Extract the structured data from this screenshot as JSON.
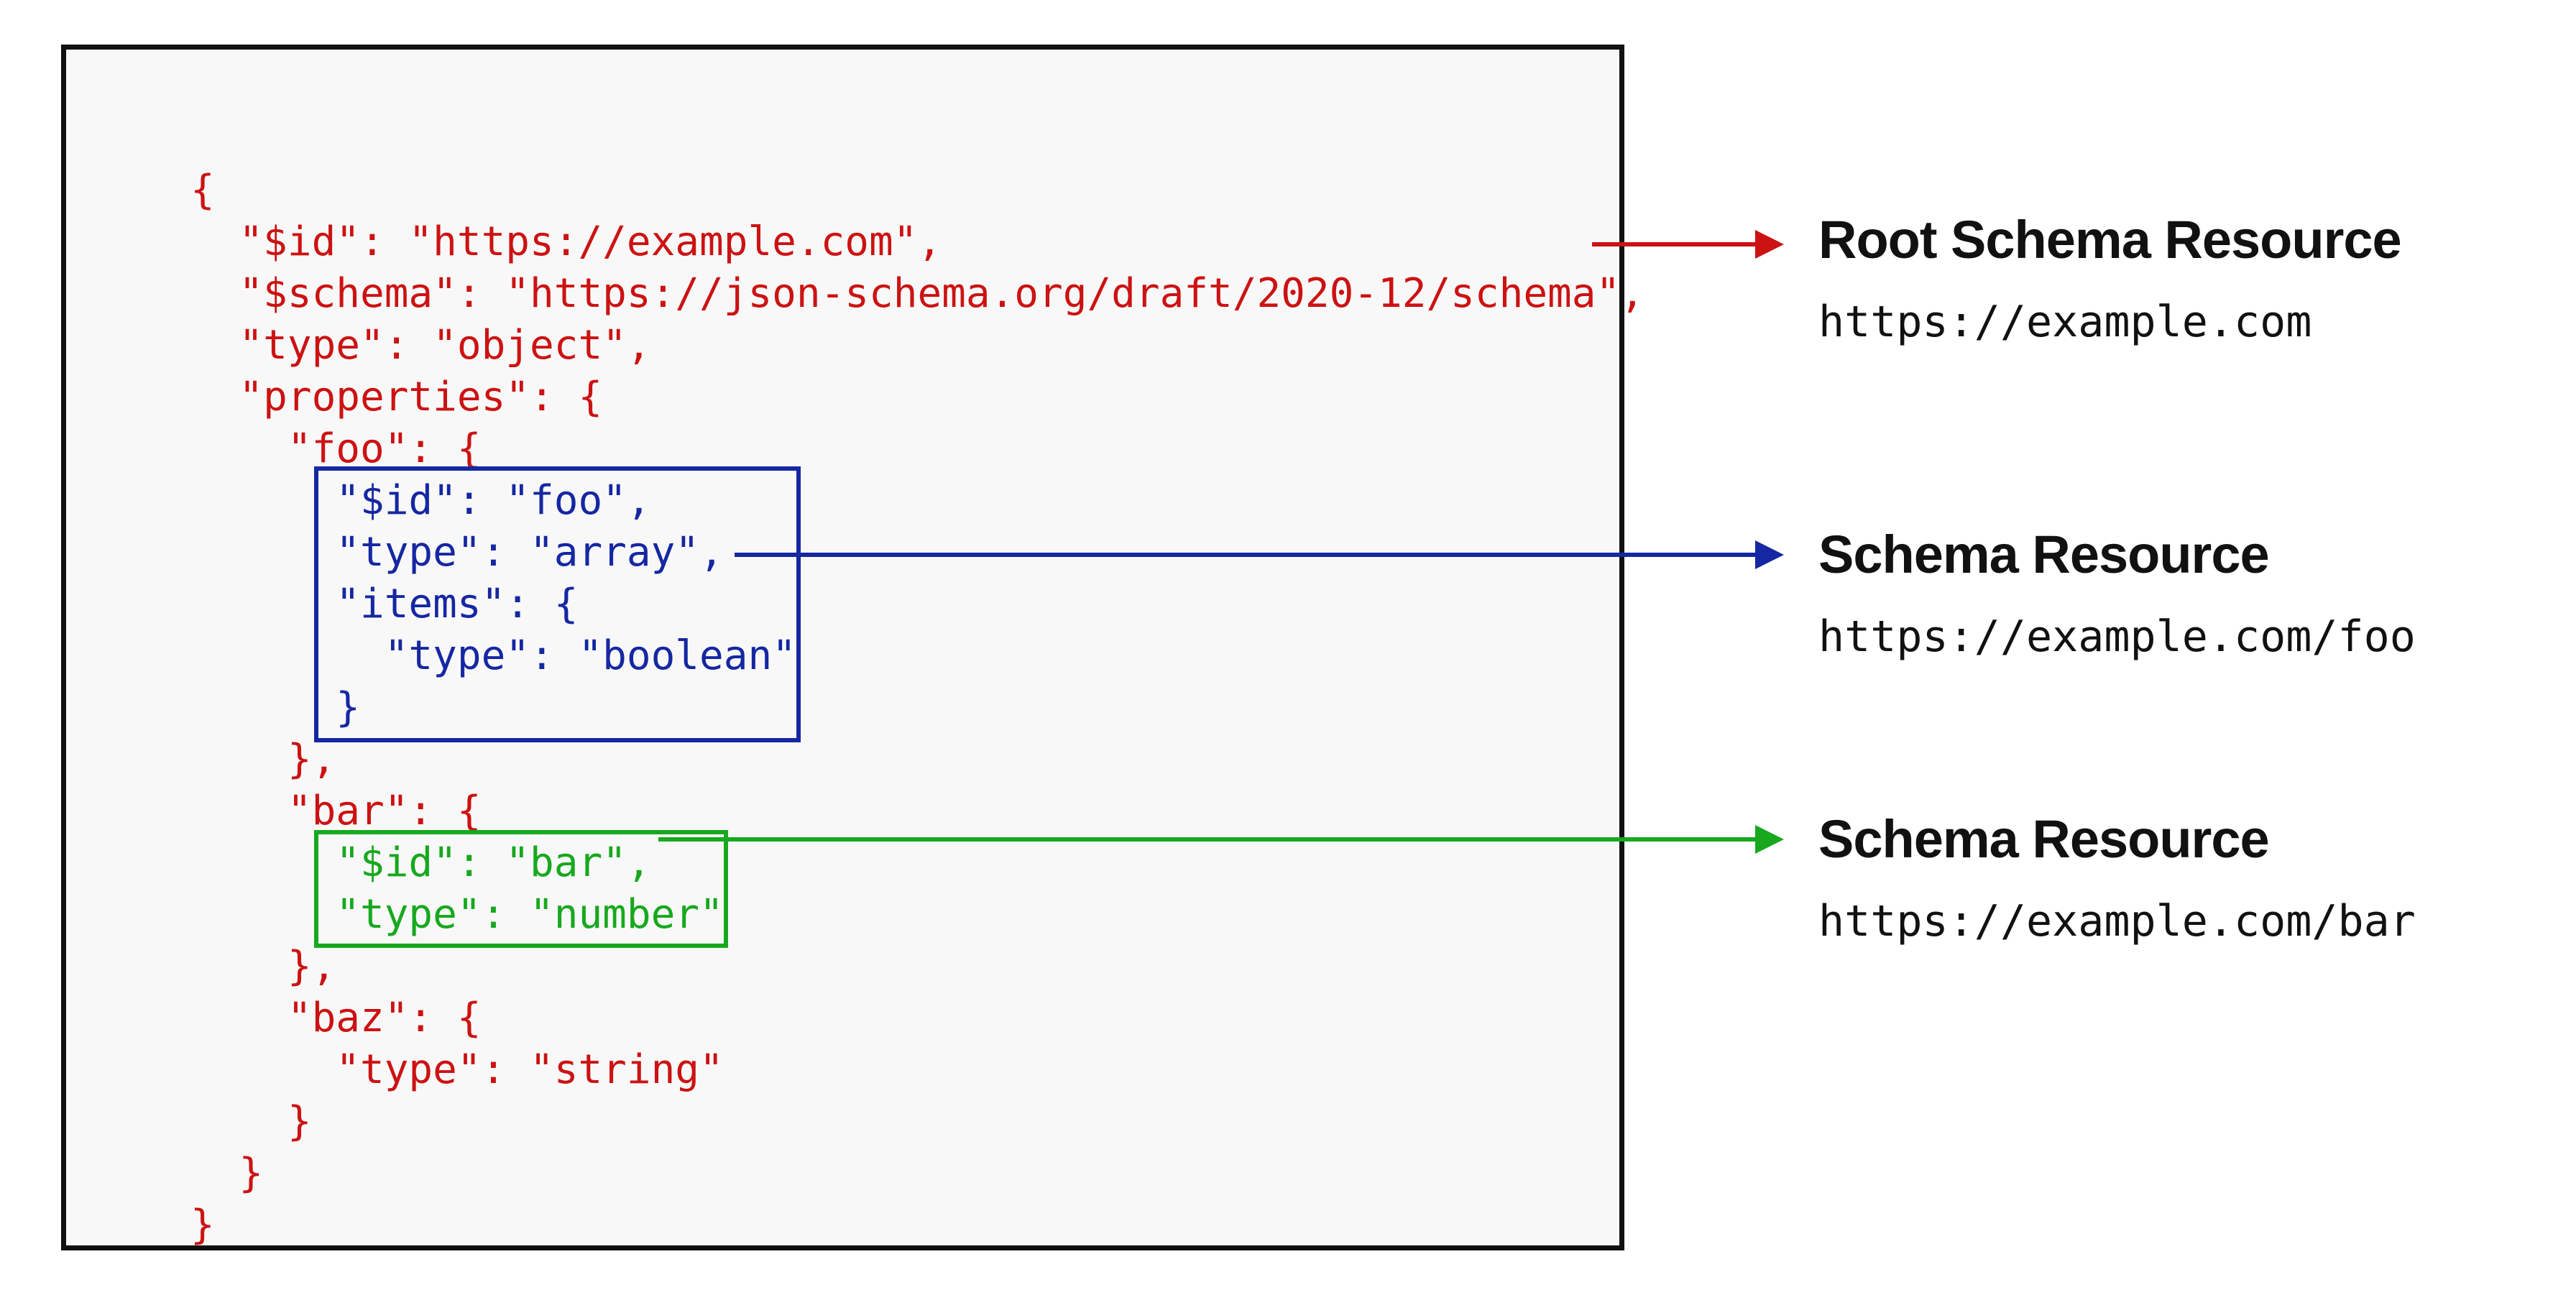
{
  "panel": {
    "background": "#f8f8f8",
    "border_color": "#111111"
  },
  "colors": {
    "red": "#cc1212",
    "blue": "#1527a2",
    "green": "#17a81e",
    "label_text": "#111111"
  },
  "code": {
    "lines": [
      {
        "text": "{",
        "color": "red"
      },
      {
        "text": "  \"$id\": \"https://example.com\",",
        "color": "red"
      },
      {
        "text": "  \"$schema\": \"https://json-schema.org/draft/2020-12/schema\",",
        "color": "red"
      },
      {
        "text": "  \"type\": \"object\",",
        "color": "red"
      },
      {
        "text": "  \"properties\": {",
        "color": "red"
      },
      {
        "text": "    \"foo\": {",
        "color": "red"
      },
      {
        "text": "      \"$id\": \"foo\",",
        "color": "blue"
      },
      {
        "text": "      \"type\": \"array\",",
        "color": "blue"
      },
      {
        "text": "      \"items\": {",
        "color": "blue"
      },
      {
        "text": "        \"type\": \"boolean\"",
        "color": "blue"
      },
      {
        "text": "      }",
        "color": "blue"
      },
      {
        "text": "    },",
        "color": "red"
      },
      {
        "text": "    \"bar\": {",
        "color": "red"
      },
      {
        "text": "      \"$id\": \"bar\",",
        "color": "green"
      },
      {
        "text": "      \"type\": \"number\"",
        "color": "green"
      },
      {
        "text": "    },",
        "color": "red"
      },
      {
        "text": "    \"baz\": {",
        "color": "red"
      },
      {
        "text": "      \"type\": \"string\"",
        "color": "red"
      },
      {
        "text": "    }",
        "color": "red"
      },
      {
        "text": "  }",
        "color": "red"
      },
      {
        "text": "}",
        "color": "red"
      }
    ]
  },
  "highlight_boxes": [
    {
      "name": "foo-schema-resource",
      "color": "blue",
      "first_line": 7,
      "last_line": 11
    },
    {
      "name": "bar-schema-resource",
      "color": "green",
      "first_line": 14,
      "last_line": 15
    }
  ],
  "annotations": [
    {
      "title": "Root Schema Resource",
      "uri": "https://example.com",
      "color": "red"
    },
    {
      "title": "Schema Resource",
      "uri": "https://example.com/foo",
      "color": "blue"
    },
    {
      "title": "Schema Resource",
      "uri": "https://example.com/bar",
      "color": "green"
    }
  ]
}
